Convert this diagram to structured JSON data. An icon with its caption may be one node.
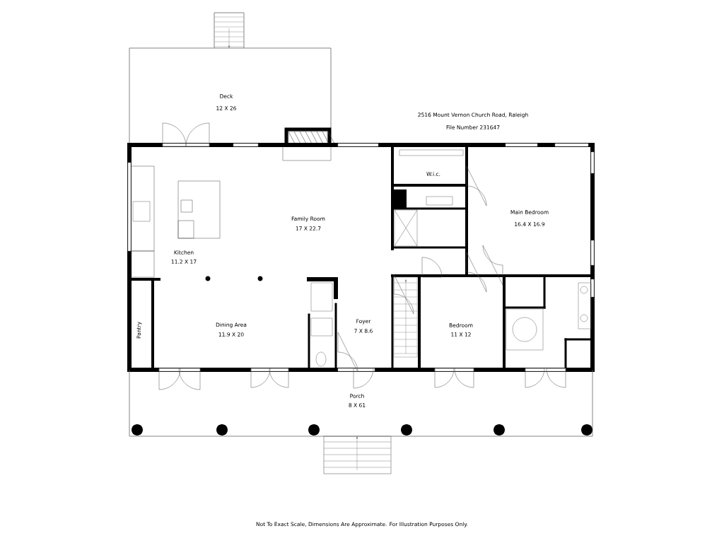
{
  "diagram": {
    "caption": "Not To Exact Scale, Dimensions Are Approximate. For Illustration Purposes Only.",
    "labels": [
      "Deck",
      "12 X 26",
      "2516 Mount Vernon Church Road, Raleigh",
      "File Number 231647",
      "W.i.c.",
      "Main Bedroom",
      "16.4 X 16.9",
      "Family Room",
      "17 X 22.7",
      "Kitchen",
      "11.2 X 17",
      "Dining Area",
      "11.9 X 20",
      "Pantry",
      "Foyer",
      "7 X 8.6",
      "Bedroom",
      "11 X 12",
      "Porch",
      "8 X 61"
    ]
  }
}
